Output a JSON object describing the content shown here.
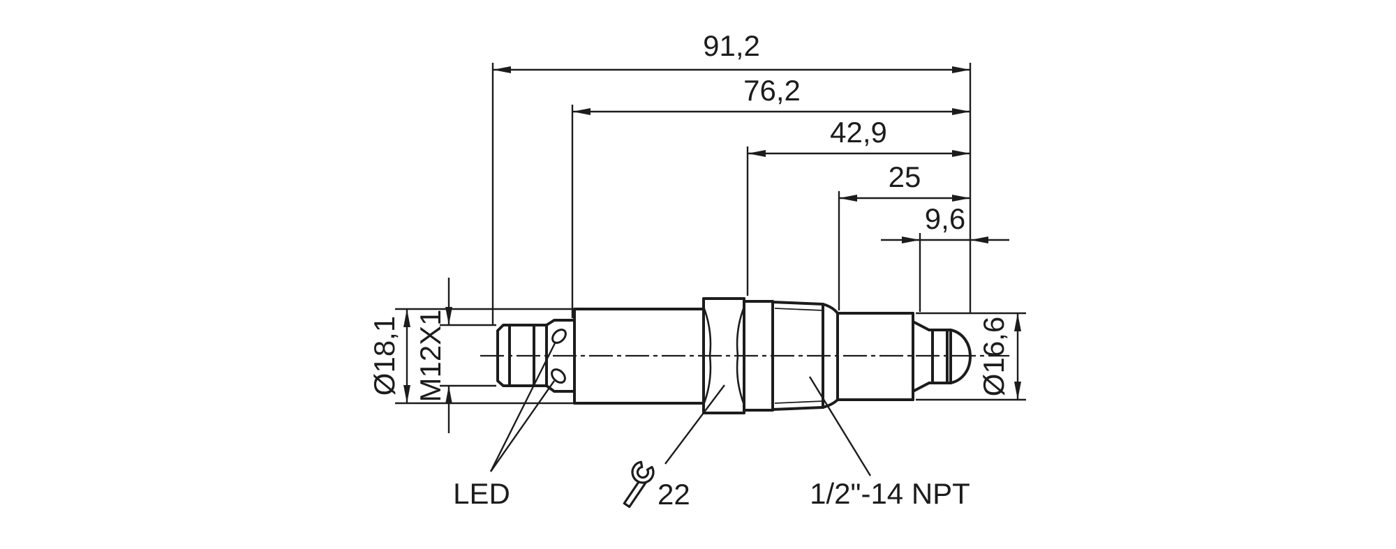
{
  "drawing": {
    "kind": "technical-dimension-drawing",
    "subject": "threaded-barrel sensor with M12 connector, wrench-flat hex and NPT process thread",
    "background_color": "#ffffff",
    "line_color": "#1c1c1c",
    "unit_style": "millimetres, decimal comma"
  },
  "dimensions": {
    "horizontal": [
      {
        "id": "overall-length",
        "label": "91,2"
      },
      {
        "id": "length-without-connector",
        "label": "76,2"
      },
      {
        "id": "hex-face-to-tip",
        "label": "42,9"
      },
      {
        "id": "thread-end-to-tip",
        "label": "25"
      },
      {
        "id": "tip-length",
        "label": "9,6"
      }
    ],
    "vertical": [
      {
        "id": "housing-diameter",
        "label": "Ø18,1"
      },
      {
        "id": "connector-thread",
        "label": "M12X1"
      },
      {
        "id": "tip-diameter",
        "label": "Ø16,6"
      }
    ]
  },
  "callouts": {
    "led": {
      "label": "LED"
    },
    "wrench_size": {
      "label": "22",
      "icon": "wrench-icon"
    },
    "process_connection": {
      "label": "1/2\"-14 NPT"
    }
  }
}
